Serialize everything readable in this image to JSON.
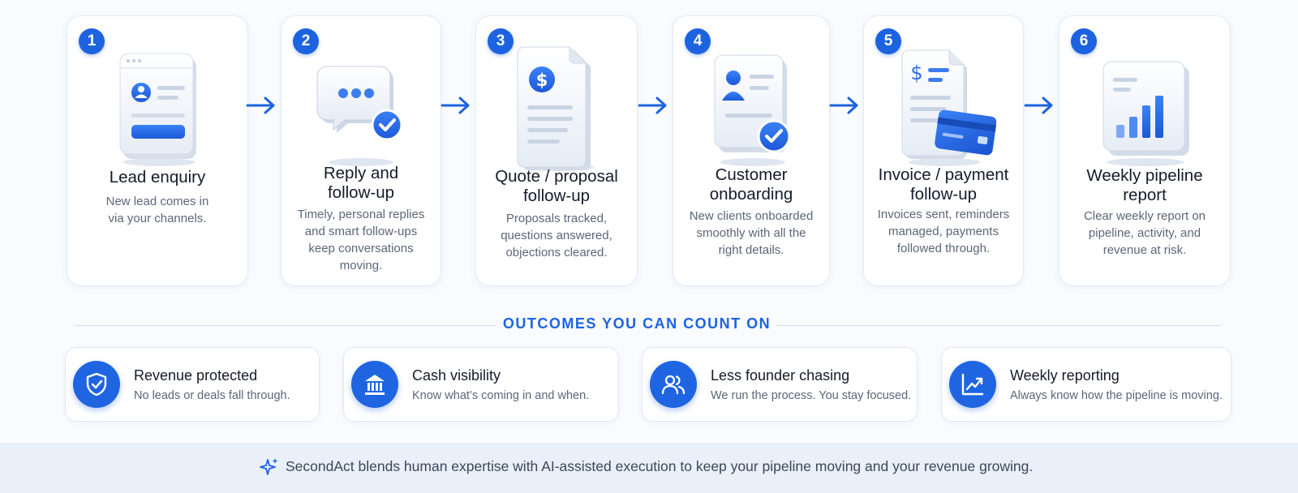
{
  "steps": [
    {
      "number": "1",
      "title": [
        "Lead enquiry"
      ],
      "description": [
        "New lead comes in",
        "via your channels."
      ],
      "icon": "lead-form-icon"
    },
    {
      "number": "2",
      "title": [
        "Reply and",
        "follow-up"
      ],
      "description": [
        "Timely, personal replies",
        "and smart follow-ups",
        "keep conversations",
        "moving."
      ],
      "icon": "chat-bubble-check-icon"
    },
    {
      "number": "3",
      "title": [
        "Quote / proposal",
        "follow-up"
      ],
      "description": [
        "Proposals tracked,",
        "questions answered,",
        "objections cleared."
      ],
      "icon": "proposal-document-icon"
    },
    {
      "number": "4",
      "title": [
        "Customer",
        "onboarding"
      ],
      "description": [
        "New clients onboarded",
        "smoothly with all the",
        "right details."
      ],
      "icon": "profile-card-check-icon"
    },
    {
      "number": "5",
      "title": [
        "Invoice / payment",
        "follow-up"
      ],
      "description": [
        "Invoices sent, reminders",
        "managed, payments",
        "followed through."
      ],
      "icon": "invoice-card-icon"
    },
    {
      "number": "6",
      "title": [
        "Weekly pipeline",
        "report"
      ],
      "description": [
        "Clear weekly report on",
        "pipeline, activity, and",
        "revenue at risk."
      ],
      "icon": "bar-chart-report-icon"
    }
  ],
  "outcomes_heading": "OUTCOMES YOU CAN COUNT ON",
  "outcomes": [
    {
      "title": "Revenue protected",
      "description": "No leads or deals fall through.",
      "icon": "shield-check-icon"
    },
    {
      "title": "Cash visibility",
      "description": "Know what’s coming in and when.",
      "icon": "bank-icon"
    },
    {
      "title": "Less founder chasing",
      "description": "We run the process. You stay focused.",
      "icon": "people-icon"
    },
    {
      "title": "Weekly reporting",
      "description": "Always know how the pipeline is moving.",
      "icon": "trend-chart-icon"
    }
  ],
  "footer": {
    "text": "SecondAct blends human expertise with AI-assisted execution to keep your pipeline moving and your revenue growing.",
    "icon": "sparkle-icon"
  },
  "colors": {
    "accent": "#1d63e0",
    "background": "#f9fbfe",
    "footer_band": "#e9f0fa",
    "text_muted": "#5c6679"
  }
}
